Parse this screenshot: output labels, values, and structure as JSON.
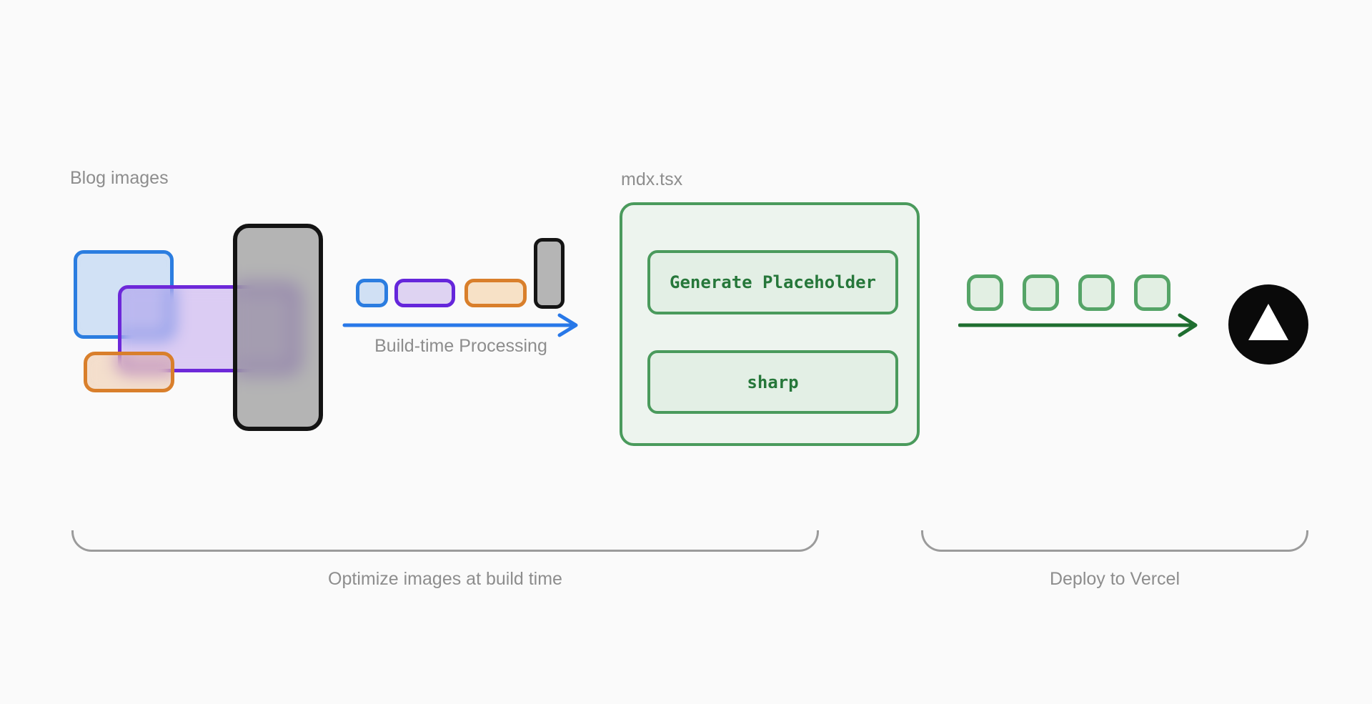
{
  "labels": {
    "blog_images": "Blog images",
    "mdx_file": "mdx.tsx",
    "build_time_processing": "Build-time Processing",
    "optimize_caption": "Optimize images at build time",
    "deploy_caption": "Deploy to Vercel"
  },
  "pipeline": {
    "step1": "Generate Placeholder",
    "step2": "sharp"
  },
  "icons": {
    "vercel_logo": "vercel-triangle-in-circle",
    "build_arrow": "right-arrow",
    "deploy_arrow": "right-arrow"
  },
  "colors": {
    "background": "#fafafa",
    "blue": "#2b7de0",
    "purple": "#6d28d9",
    "orange": "#d97f2b",
    "black": "#141414",
    "green_border": "#4a9a5c",
    "green_box_fill": "#edf4ee",
    "green_inner_fill": "#e3efe5",
    "green_text": "#26773a",
    "arrow_blue": "#2878e8",
    "arrow_green": "#1f6e30",
    "label_gray": "#8d8d8d",
    "bracket_gray": "#9b9b9b"
  }
}
